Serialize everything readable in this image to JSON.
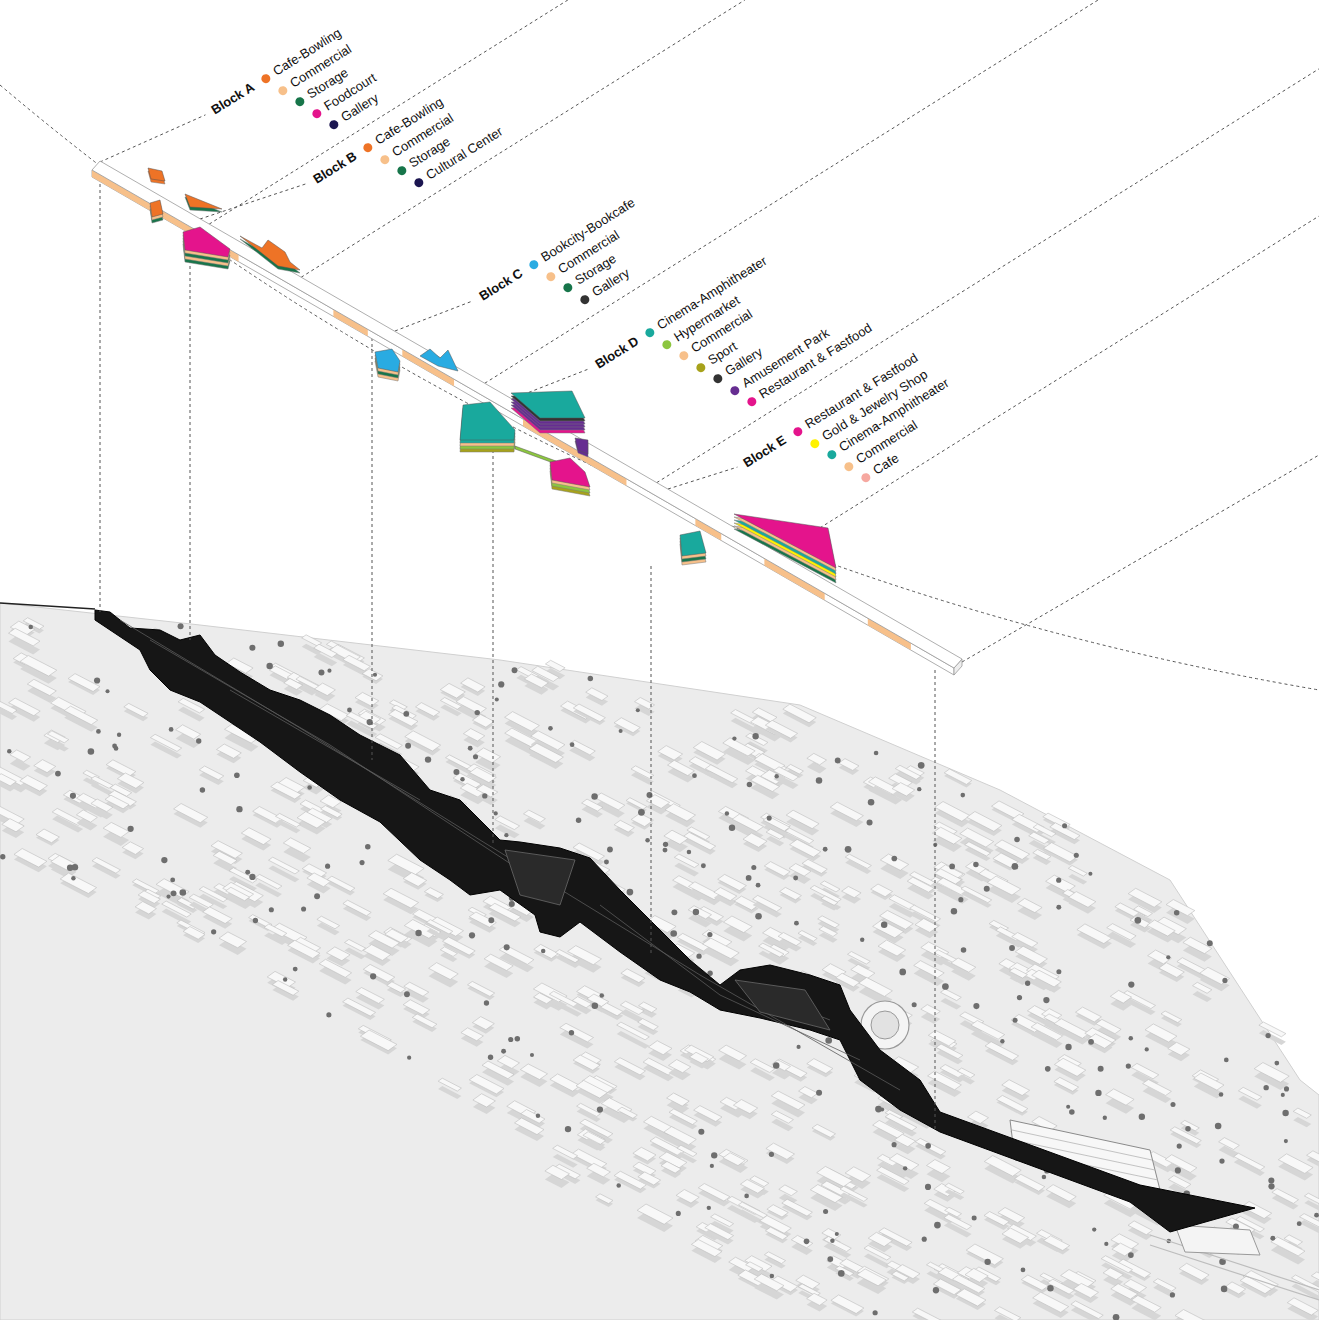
{
  "diagram": {
    "labels": [
      "Block A",
      "Block B",
      "Block C",
      "Block D",
      "Block E"
    ],
    "legend": [
      {
        "text": "Cafe-Bowling",
        "color": "#ee7326"
      },
      {
        "text": "Commercial",
        "color": "#f7c08a"
      },
      {
        "text": "Storage",
        "color": "#17754a"
      },
      {
        "text": "Foodcourt",
        "color": "#e4148c"
      },
      {
        "text": "Gallery",
        "color": "#1b1550"
      },
      {
        "text": "Cafe-Bowling",
        "color": "#ee7326"
      },
      {
        "text": "Commercial",
        "color": "#f7c08a"
      },
      {
        "text": "Storage",
        "color": "#17754a"
      },
      {
        "text": "Cultural Center",
        "color": "#1b1550"
      },
      {
        "text": "Bookcity-Bookcafe",
        "color": "#29abe2"
      },
      {
        "text": "Commercial",
        "color": "#f7c08a"
      },
      {
        "text": "Storage",
        "color": "#17754a"
      },
      {
        "text": "Gallery",
        "color": "#333333"
      },
      {
        "text": "Cinema-Amphitheater",
        "color": "#19a99d"
      },
      {
        "text": "Hypermarket",
        "color": "#8cc63f"
      },
      {
        "text": "Commercial",
        "color": "#f7c08a"
      },
      {
        "text": "Sport",
        "color": "#a7a21b"
      },
      {
        "text": "Gallery",
        "color": "#333333"
      },
      {
        "text": "Amusement Park",
        "color": "#662d91"
      },
      {
        "text": "Restaurant & Fastfood",
        "color": "#e4148c"
      },
      {
        "text": "Restaurant & Fastfood",
        "color": "#e4148c"
      },
      {
        "text": "Gold & Jewelry Shop",
        "color": "#fff200"
      },
      {
        "text": "Cinema-Amphitheater",
        "color": "#19a99d"
      },
      {
        "text": "Commercial",
        "color": "#f7c08a"
      },
      {
        "text": "Cafe",
        "color": "#f6a8a0"
      }
    ]
  }
}
